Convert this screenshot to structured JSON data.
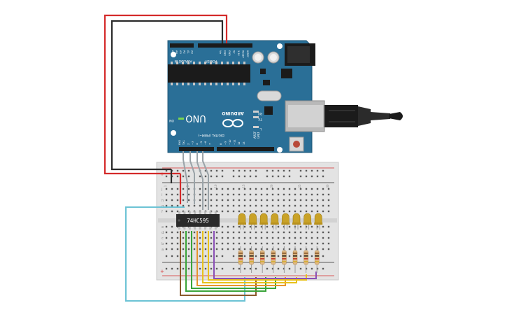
{
  "board": {
    "name": "UNO",
    "brand": "ARDUINO",
    "analog_label": "ANALOG IN",
    "power_label": "POWER",
    "digital_label": "DIGITAL (PWM~)",
    "on_label": "ON",
    "tx_label": "TX",
    "rx_label": "RX",
    "l_label": "L",
    "aref_label": "AREF",
    "gnd_label": "GND",
    "analog_pins": [
      "A5",
      "A4",
      "A3",
      "A2",
      "A1",
      "A0"
    ],
    "power_pins": [
      "Vin",
      "GND",
      "GND",
      "5V",
      "3.3V",
      "RESET",
      "IOREF"
    ],
    "digital_pins": [
      "RX0",
      "TX1",
      "2",
      "~3",
      "4",
      "~5",
      "~6",
      "7",
      "8",
      "~9",
      "~10",
      "~11",
      "12",
      "13"
    ]
  },
  "chip": {
    "label": "74HC595"
  },
  "breadboard": {
    "row_letters_top": [
      "j",
      "i",
      "h",
      "g",
      "f"
    ],
    "row_letters_bottom": [
      "e",
      "d",
      "c",
      "b",
      "a"
    ],
    "column_numbers": [
      "1",
      "5",
      "10",
      "15",
      "20",
      "25",
      "30"
    ]
  },
  "colors": {
    "board_blue": "#2a6f97",
    "wire_red": "#d42a2a",
    "wire_black": "#2b2b2b",
    "wire_gray": "#9aa3a8",
    "wire_cyan": "#6cc3d5",
    "wire_brown": "#8a5a2b",
    "wire_green": "#3aa43a",
    "wire_orange": "#e8952c",
    "wire_yellow": "#e8c21c",
    "wire_purple": "#8a4fb5",
    "led": "#c9a227",
    "breadboard": "#e3e3e3"
  },
  "led_count": 8,
  "resistor_count": 8
}
